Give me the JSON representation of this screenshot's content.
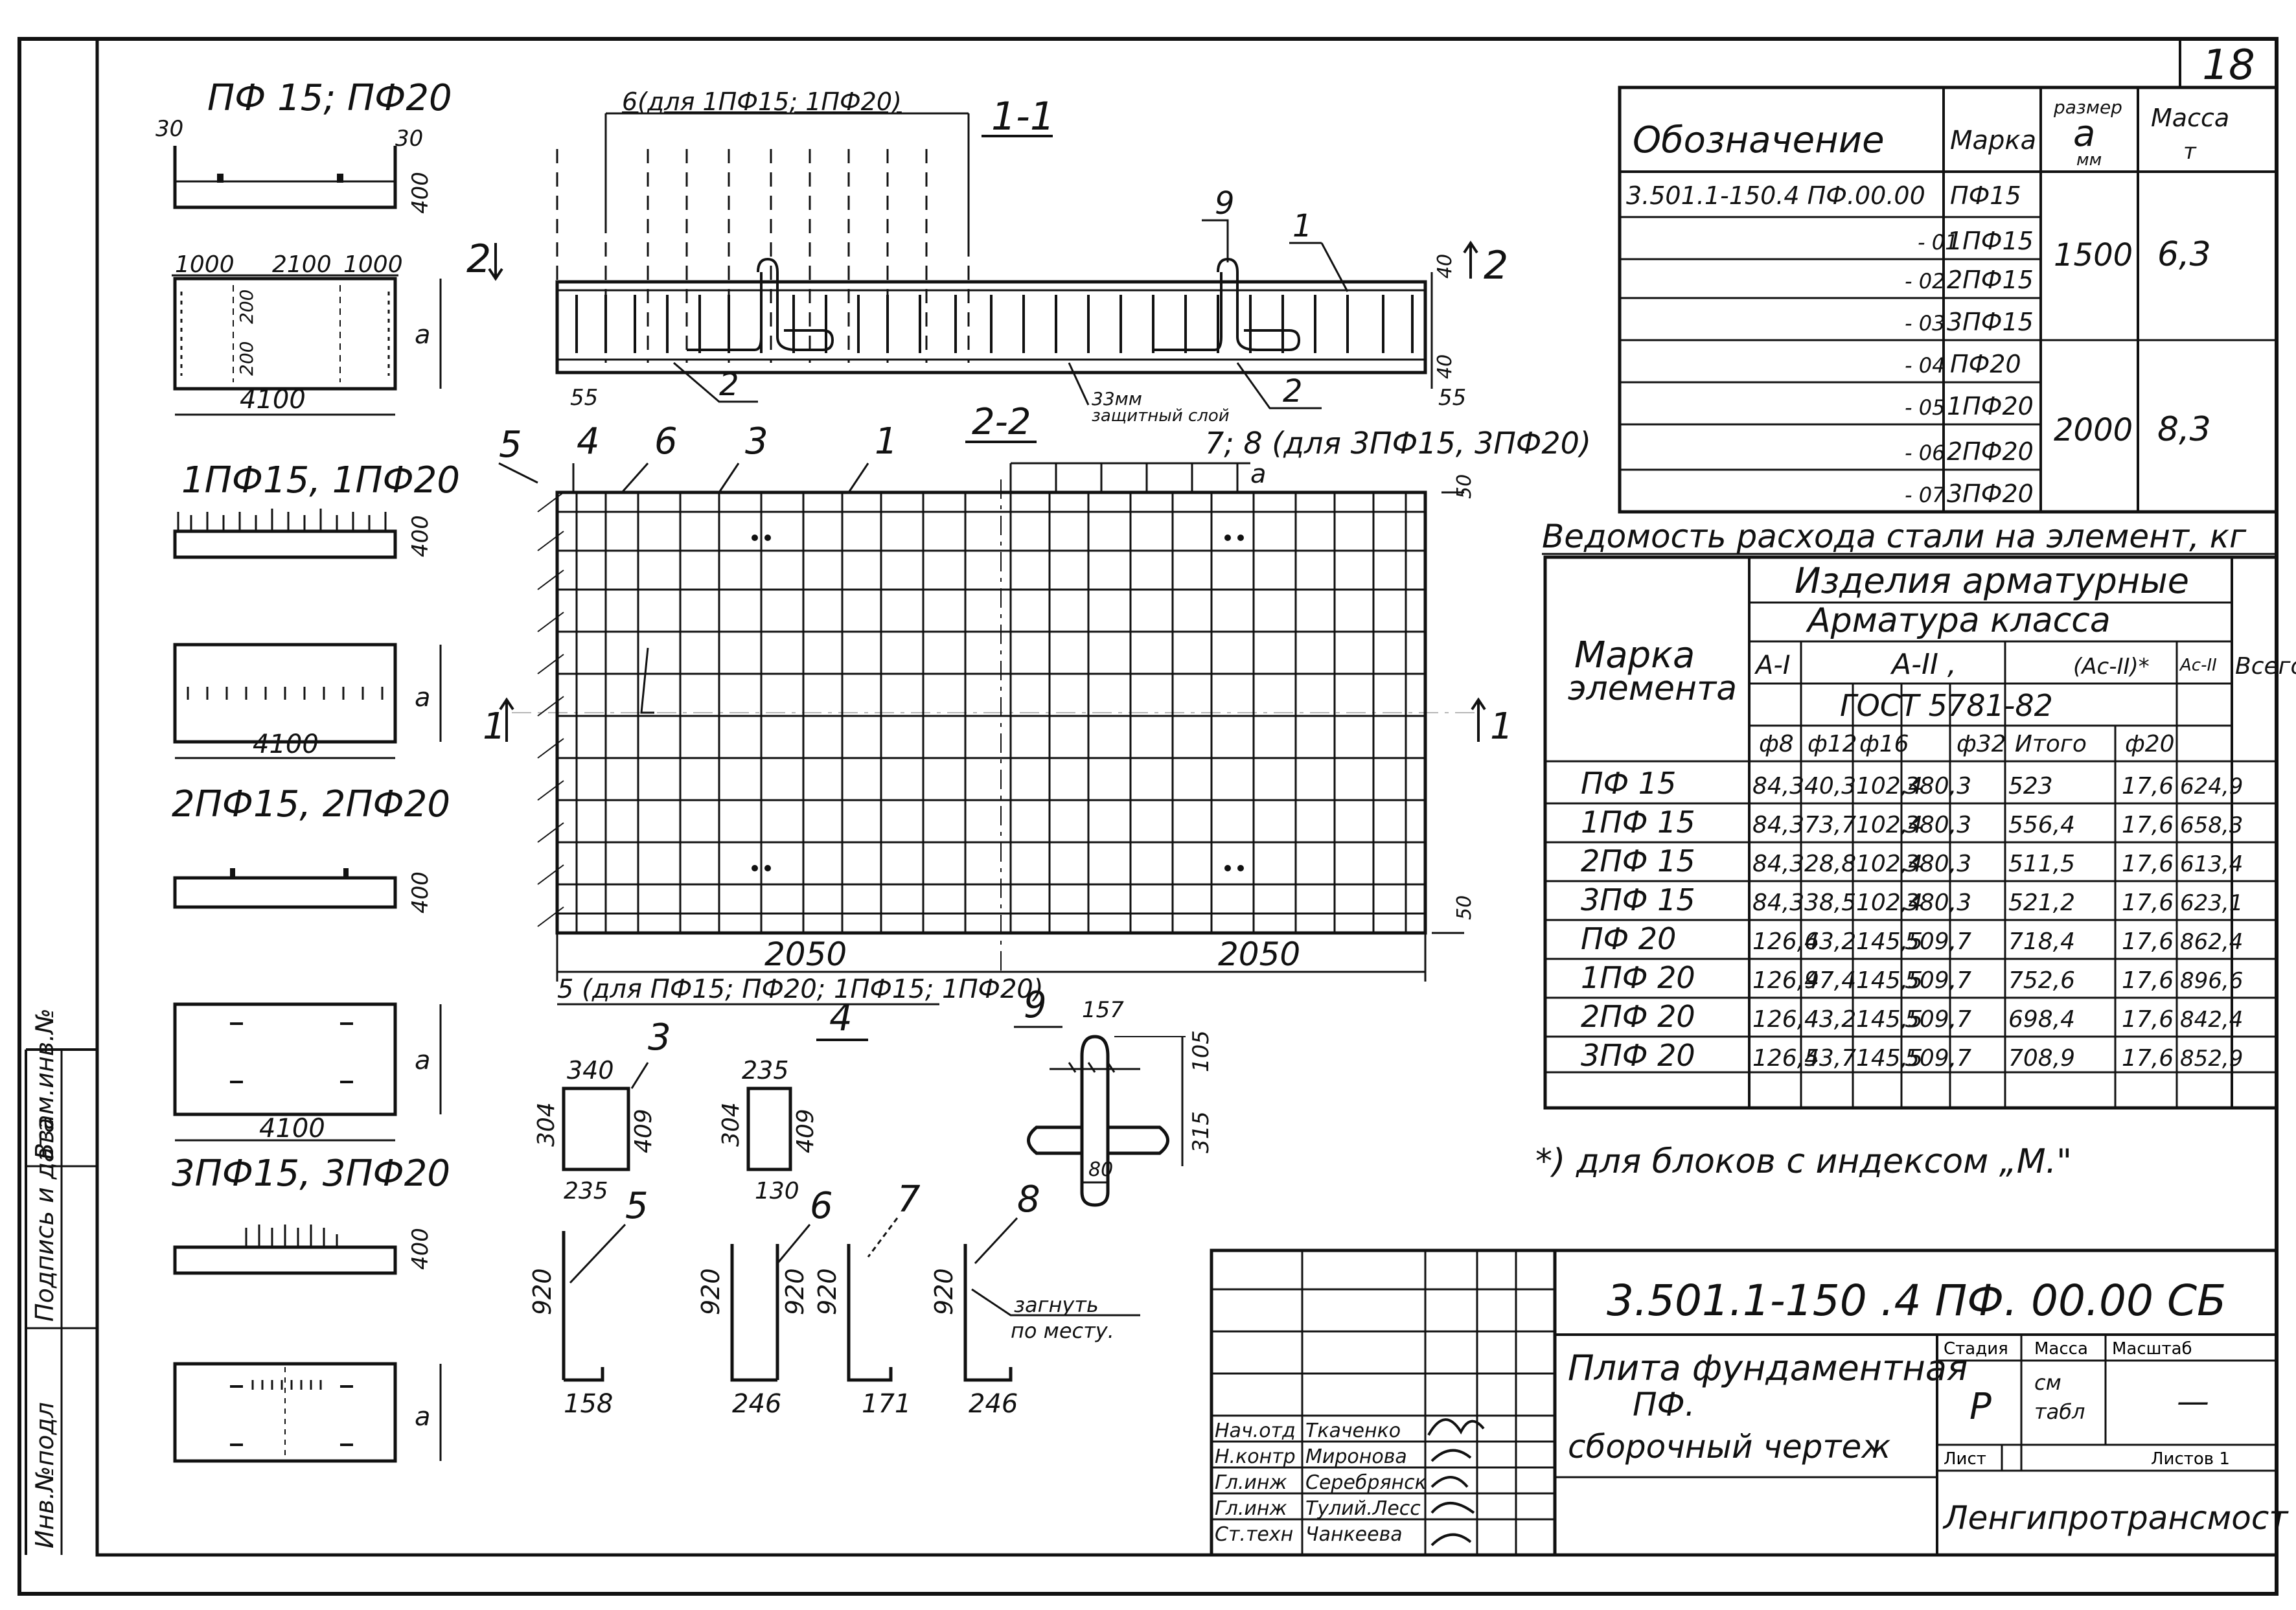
{
  "sheet": {
    "page_number": "18",
    "margin_labels": [
      "Инв.№подл",
      "Подпись и дата",
      "Взам.инв.№"
    ]
  },
  "sketches": {
    "pf15_pf20": {
      "title": "ПФ 15; ПФ20",
      "dim_left": "30",
      "dim_right": "30",
      "height": "400"
    },
    "plan_top": {
      "dims": [
        "1000",
        "2100",
        "1000"
      ],
      "length": "4100",
      "side": "a",
      "small1": "200",
      "small2": "200"
    },
    "pf1": {
      "title": "1ПФ15, 1ПФ20",
      "height": "400"
    },
    "plan_1": {
      "length": "4100",
      "side": "a"
    },
    "pf2": {
      "title": "2ПФ15, 2ПФ20",
      "height": "400"
    },
    "plan_2": {
      "length": "4100",
      "side": "a"
    },
    "pf3": {
      "title": "3ПФ15, 3ПФ20",
      "height": "400"
    },
    "plan_3": {
      "side": "a"
    }
  },
  "section": {
    "title": "1-1",
    "note_top": "6(для 1ПФ15; 1ПФ20)",
    "labels": [
      "9",
      "1",
      "2",
      "2"
    ],
    "cut_left": "2",
    "cut_right": "2",
    "dim_left": "55",
    "dim_right": "55",
    "dim_top": "40",
    "dim_bottom": "40",
    "cover_note_1": "33мм",
    "cover_note_2": "защитный слой"
  },
  "plan": {
    "positions": [
      "5",
      "4",
      "6",
      "3",
      "1"
    ],
    "section_mark": "2-2",
    "note_top": "7; 8 (для 3ПФ15, 3ПФ20)",
    "side": "a",
    "dim_top": "50",
    "dim_bottom": "50",
    "cut_left": "1",
    "cut_right": "1",
    "dim_left_half": "2050",
    "dim_right_half": "2050",
    "note_bottom": "5 (для ПФ15; ПФ20; 1ПФ15; 1ПФ20)",
    "pos_bottom": "4"
  },
  "details": {
    "d3": {
      "pos": "3",
      "top": "340",
      "left": "304",
      "right": "409",
      "bottom": "235"
    },
    "d4": {
      "top": "235",
      "left": "304",
      "right": "409",
      "bottom": "130"
    },
    "d9": {
      "pos": "9",
      "top": "157",
      "right_top": "105",
      "right": "315",
      "bottom": "80"
    },
    "bars": [
      {
        "pos": "5",
        "height": "920",
        "foot": "158"
      },
      {
        "pos": "6",
        "height": "920",
        "height2": "920",
        "foot": "246"
      },
      {
        "pos": "7",
        "height": "920",
        "foot": "171"
      },
      {
        "pos": "8",
        "height": "920",
        "foot": "246",
        "note1": "загнуть",
        "note2": "по месту."
      }
    ]
  },
  "spec_table": {
    "headers": [
      "Обозначение",
      "Марка",
      "размер",
      "a",
      "мм",
      "Масса",
      "т"
    ],
    "rows": [
      {
        "designation": "3.501.1-150.4 ПФ.00.00",
        "mark": "ПФ15"
      },
      {
        "designation": "- 01",
        "mark": "1ПФ15"
      },
      {
        "designation": "- 02",
        "mark": "2ПФ15"
      },
      {
        "designation": "- 03",
        "mark": "3ПФ15"
      },
      {
        "designation": "- 04",
        "mark": "ПФ20"
      },
      {
        "designation": "- 05",
        "mark": "1ПФ20"
      },
      {
        "designation": "- 06",
        "mark": "2ПФ20"
      },
      {
        "designation": "- 07",
        "mark": "3ПФ20"
      }
    ],
    "groups": [
      {
        "size": "1500",
        "mass": "6,3"
      },
      {
        "size": "2000",
        "mass": "8,3"
      }
    ]
  },
  "steel_table": {
    "title": "Ведомость расхода стали на элемент, кг",
    "h_mark": "Марка элемента",
    "h_mark_line1": "Марка",
    "h_mark_line2": "элемента",
    "h_products": "Изделия арматурные",
    "h_class": "Арматура класса",
    "h_ai": "A-I",
    "h_aii": "A-II ,",
    "h_ac": "(Ac-II)*",
    "h_ac2": "Ac-II",
    "h_gost": "ГОСТ 5781-82",
    "h_total": "Всего",
    "sub": [
      "ф8",
      "ф12",
      "ф16",
      "ф32",
      "Итого",
      "ф20"
    ],
    "rows": [
      [
        "ПФ 15",
        "84,3",
        "40,3",
        "102,4",
        "380,3",
        "523",
        "17,6",
        "624,9"
      ],
      [
        "1ПФ 15",
        "84,3",
        "73,7",
        "102,4",
        "380,3",
        "556,4",
        "17,6",
        "658,3"
      ],
      [
        "2ПФ 15",
        "84,3",
        "28,8",
        "102,4",
        "380,3",
        "511,5",
        "17,6",
        "613,4"
      ],
      [
        "3ПФ 15",
        "84,3",
        "38,5",
        "102,4",
        "380,3",
        "521,2",
        "17,6",
        "623,1"
      ],
      [
        "ПФ 20",
        "126,4",
        "63,2",
        "145,5",
        "509,7",
        "718,4",
        "17,6",
        "862,4"
      ],
      [
        "1ПФ 20",
        "126,4",
        "97,4",
        "145,5",
        "509,7",
        "752,6",
        "17,6",
        "896,6"
      ],
      [
        "2ПФ 20",
        "126,4",
        "43,2",
        "145,5",
        "509,7",
        "698,4",
        "17,6",
        "842,4"
      ],
      [
        "3ПФ 20",
        "126,4",
        "53,7",
        "145,5",
        "509,7",
        "708,9",
        "17,6",
        "852,9"
      ]
    ],
    "footnote": "*) для блоков с индексом „М.\""
  },
  "title_block": {
    "code": "3.501.1-150 .4 ПФ. 00.00 СБ",
    "name_1": "Плита фундаментная",
    "name_2": "ПФ.",
    "name_3": "сборочный чертеж",
    "stage_label": "Стадия",
    "stage": "Р",
    "mass_label": "Масса",
    "mass_1": "см",
    "mass_2": "табл",
    "scale_label": "Масштаб",
    "scale": "—",
    "sheet_label": "Лист",
    "sheets_label": "Листов 1",
    "org": "Ленгипротрансмост",
    "staff": [
      [
        "Нач.отд",
        "Ткаченко"
      ],
      [
        "Н.контр",
        "Миронова"
      ],
      [
        "Гл.инж",
        "Серебрянск"
      ],
      [
        "Гл.инж",
        "Тулий.Лесс"
      ],
      [
        "Ст.техн",
        "Чанкеева"
      ]
    ]
  }
}
